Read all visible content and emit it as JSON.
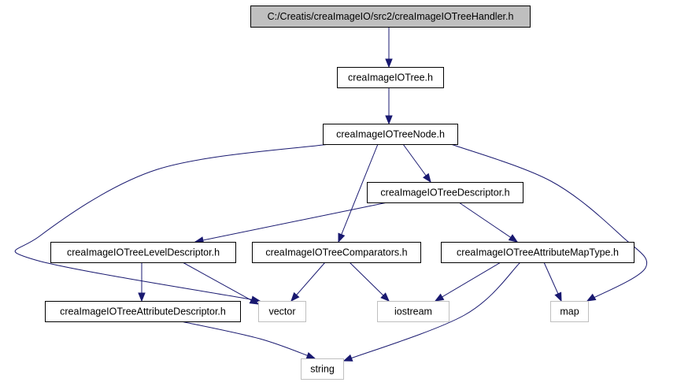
{
  "diagram": {
    "nodes": {
      "root": {
        "label": "C:/Creatis/creaImageIO/src2/creaImageIOTreeHandler.h",
        "style": "root"
      },
      "tree": {
        "label": "creaImageIOTree.h",
        "style": "internal"
      },
      "treenode": {
        "label": "creaImageIOTreeNode.h",
        "style": "internal"
      },
      "treedesc": {
        "label": "creaImageIOTreeDescriptor.h",
        "style": "internal"
      },
      "leveldesc": {
        "label": "creaImageIOTreeLevelDescriptor.h",
        "style": "internal"
      },
      "comparators": {
        "label": "creaImageIOTreeComparators.h",
        "style": "internal"
      },
      "attrmaptype": {
        "label": "creaImageIOTreeAttributeMapType.h",
        "style": "internal"
      },
      "attrdesc": {
        "label": "creaImageIOTreeAttributeDescriptor.h",
        "style": "internal"
      },
      "vector": {
        "label": "vector",
        "style": "external"
      },
      "iostream": {
        "label": "iostream",
        "style": "external"
      },
      "map": {
        "label": "map",
        "style": "external"
      },
      "string": {
        "label": "string",
        "style": "external"
      }
    },
    "edges": [
      {
        "from": "root",
        "to": "tree"
      },
      {
        "from": "tree",
        "to": "treenode"
      },
      {
        "from": "treenode",
        "to": "treedesc"
      },
      {
        "from": "treenode",
        "to": "comparators"
      },
      {
        "from": "treenode",
        "to": "vector"
      },
      {
        "from": "treenode",
        "to": "map"
      },
      {
        "from": "treedesc",
        "to": "leveldesc"
      },
      {
        "from": "treedesc",
        "to": "attrmaptype"
      },
      {
        "from": "leveldesc",
        "to": "attrdesc"
      },
      {
        "from": "leveldesc",
        "to": "vector"
      },
      {
        "from": "comparators",
        "to": "vector"
      },
      {
        "from": "comparators",
        "to": "iostream"
      },
      {
        "from": "attrmaptype",
        "to": "iostream"
      },
      {
        "from": "attrmaptype",
        "to": "map"
      },
      {
        "from": "attrmaptype",
        "to": "string"
      },
      {
        "from": "attrdesc",
        "to": "string"
      }
    ],
    "colors": {
      "edge": "#191970",
      "root_fill": "#bfbfbf",
      "root_stroke": "#000000",
      "internal_fill": "#ffffff",
      "internal_stroke": "#000000",
      "external_fill": "#ffffff",
      "external_stroke": "#bfbfbf"
    }
  }
}
